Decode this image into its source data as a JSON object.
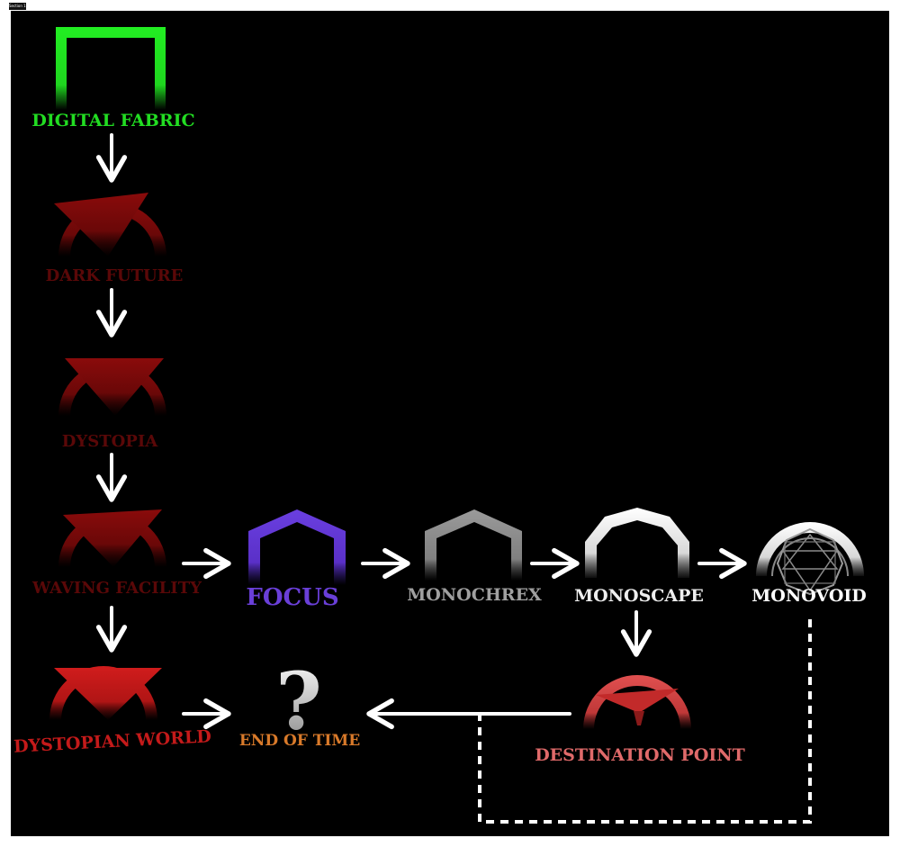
{
  "header": {
    "tag": "Section 1"
  },
  "nodes": {
    "digital_fabric": "DIGITAL FABRIC",
    "dark_future": "DARK FUTURE",
    "dystopia": "DYSTOPIA",
    "waving_facility": "WAVING FACILITY",
    "dystopian_world": "DYSTOPIAN WORLD",
    "focus": "FOCUS",
    "monochrex": "MONOCHREX",
    "monoscape": "MONOSCAPE",
    "monovoid": "MONOVOID",
    "end_of_time": "END OF TIME",
    "end_of_time_glyph": "?",
    "destination_point": "DESTINATION POINT"
  },
  "colors": {
    "background": "#000000",
    "digital_fabric": "#22dd22",
    "dark_red": "#7a0a0a",
    "red": "#c41a1a",
    "focus": "#6a3fd8",
    "monochrex": "#a0a0a0",
    "monoscape": "#e8e8e8",
    "monovoid": "#ffffff",
    "end_of_time": "#d97a2a",
    "destination_point": "#e06a6a",
    "arrows": "#ffffff"
  }
}
